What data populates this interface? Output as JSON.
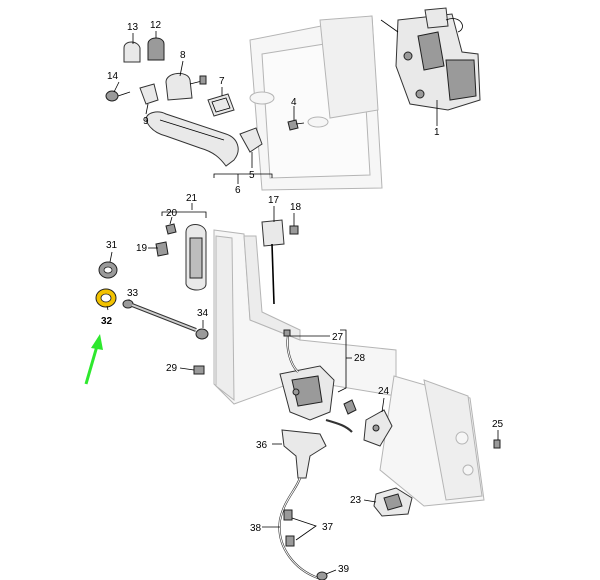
{
  "labels": {
    "p1": "1",
    "p4": "4",
    "p5": "5",
    "p6": "6",
    "p7": "7",
    "p8": "8",
    "p9": "9",
    "p12": "12",
    "p13": "13",
    "p14": "14",
    "p17": "17",
    "p18": "18",
    "p19": "19",
    "p20": "20",
    "p21": "21",
    "p23": "23",
    "p24": "24",
    "p25": "25",
    "p27": "27",
    "p28": "28",
    "p29": "29",
    "p31": "31",
    "p32": "32",
    "p33": "33",
    "p34": "34",
    "p36": "36",
    "p37": "37",
    "p38": "38",
    "p39": "39"
  },
  "highlight": {
    "part": "32",
    "color": "#f2c200"
  },
  "colors": {
    "arrow": "#2ee82e",
    "line": "#000000",
    "part_fill": "#e9e9e9"
  }
}
